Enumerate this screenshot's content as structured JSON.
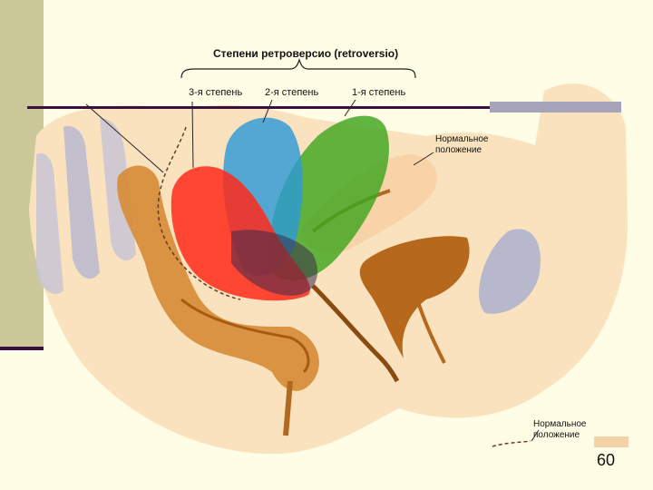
{
  "diagram": {
    "title": "Степени ретроверсио (retroversio)",
    "degrees": [
      {
        "label": "3-я степень",
        "color": "#ff2a1a"
      },
      {
        "label": "2-я степень",
        "color": "#2e9ad6"
      },
      {
        "label": "1-я степень",
        "color": "#3ea61e"
      }
    ],
    "normal_position_label_line1": "Нормальное",
    "normal_position_label_line2": "положение",
    "legend_line1": "Нормальное",
    "legend_line2": "положение"
  },
  "slide": {
    "page_number": "60"
  },
  "colors": {
    "background": "#fffde6",
    "tissue": "#fbe2bf",
    "organ_brown": "#c9771e",
    "bone_gray": "#b8b8cf",
    "accent_bar": "#cbc999",
    "rule_line": "#3a1040"
  }
}
